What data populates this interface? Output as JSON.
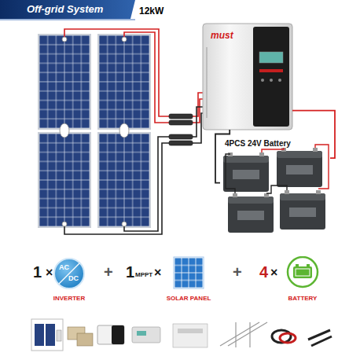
{
  "diagram": {
    "title": "Off-grid System",
    "nodes": [
      {
        "text": [
          "must"
        ]
      },
      {
        "text": [
          "4PCS 24V Battery"
        ]
      },
      {
        "text": [
          "AC",
          "DC",
          "INVERTER"
        ]
      },
      {
        "text": [
          "SOLAR PANEL"
        ]
      },
      {
        "text": [
          "BATTERY"
        ]
      }
    ],
    "edges": [
      {
        "from": 0,
        "to": 1,
        "arrow": "none"
      },
      {
        "from": 0,
        "to": 1,
        "arrow": "none"
      }
    ],
    "labels": [
      "12kW",
      "1",
      "×",
      "+",
      "1",
      "MPPT",
      "×",
      "+",
      "4",
      "×"
    ]
  }
}
